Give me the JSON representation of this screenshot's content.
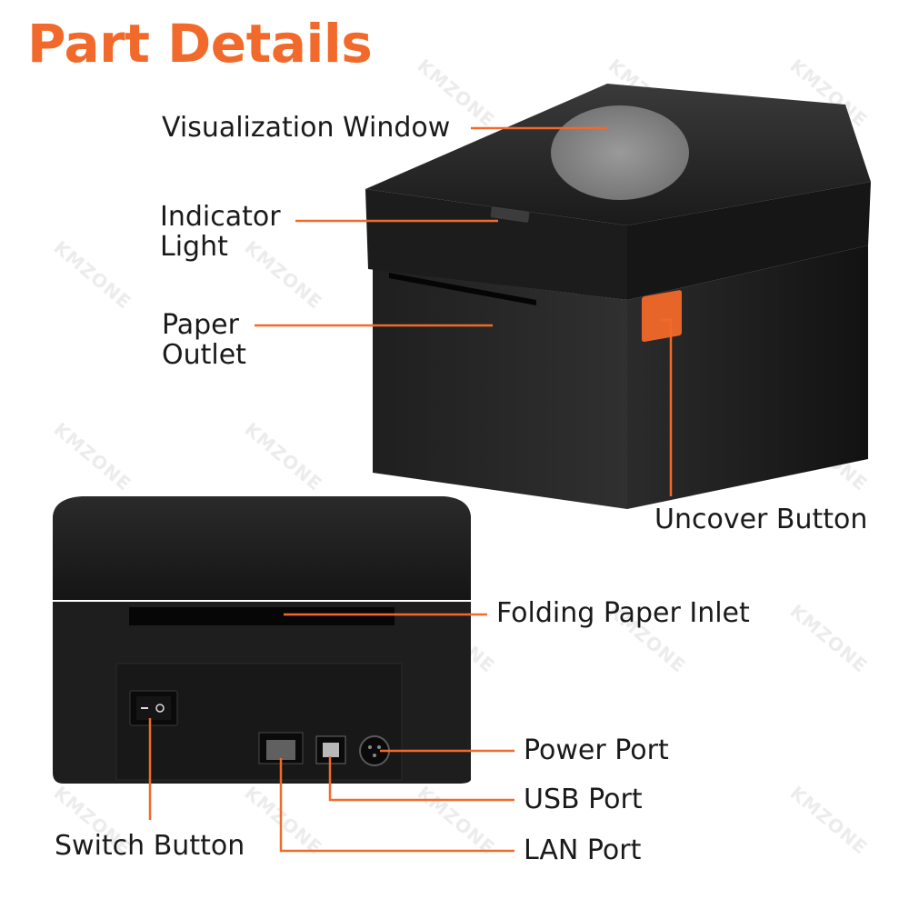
{
  "title": "Part Details",
  "accent_color": "#f26a2b",
  "labels": {
    "visualization_window": "Visualization Window",
    "indicator_light_1": "Indicator",
    "indicator_light_2": "Light",
    "paper_outlet_1": "Paper",
    "paper_outlet_2": "Outlet",
    "uncover_button": "Uncover Button",
    "folding_paper_inlet": "Folding Paper Inlet",
    "power_port": "Power Port",
    "usb_port": "USB Port",
    "lan_port": "LAN Port",
    "switch_button": "Switch Button"
  },
  "watermark": "KMZONE"
}
